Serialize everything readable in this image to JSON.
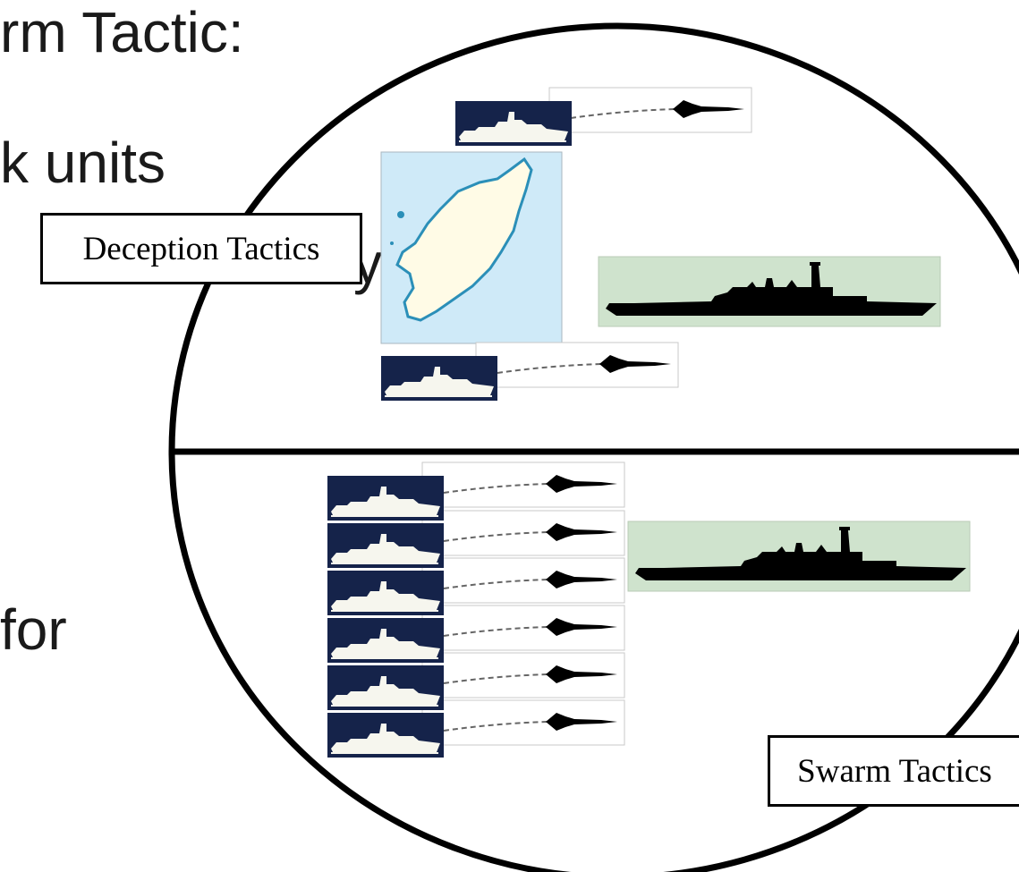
{
  "slide": {
    "text_fragments": [
      "rm Tactic:",
      "k units",
      "y",
      "for"
    ]
  },
  "labels": {
    "deception": "Deception Tactics",
    "swarm": "Swarm Tactics"
  },
  "icons": {
    "fast_attack_craft": "small-patrol-boat-icon",
    "missile": "anti-ship-missile-icon",
    "warship": "large-warship-silhouette-icon",
    "island": "island-map-icon"
  },
  "colors": {
    "boat_bg": "#15234a",
    "boat_fg": "#f6f6ee",
    "map_water": "#cfeaf8",
    "map_land": "#fffbe6",
    "map_coast": "#2b8fb8",
    "warship_bg": "#cfe3cd",
    "outline": "#000000"
  }
}
